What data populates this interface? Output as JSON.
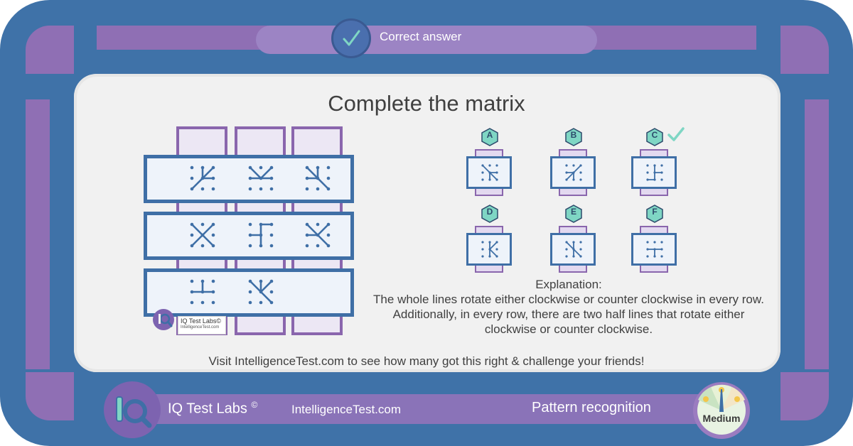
{
  "header": {
    "status_label": "Correct answer",
    "status_icon": "checkmark-icon"
  },
  "puzzle": {
    "title": "Complete the matrix",
    "options": [
      {
        "letter": "A",
        "correct": false
      },
      {
        "letter": "B",
        "correct": false
      },
      {
        "letter": "C",
        "correct": true
      },
      {
        "letter": "D",
        "correct": false
      },
      {
        "letter": "E",
        "correct": false
      },
      {
        "letter": "F",
        "correct": false
      }
    ],
    "explanation_heading": "Explanation:",
    "explanation_text": "The whole lines rotate either clockwise or counter clockwise in every row. Additionally, in every row, there are two half lines that rotate either clockwise or counter clockwise.",
    "watermark_brand": "IQ Test Labs©",
    "watermark_site": "IntelligenceTest.com"
  },
  "visit_text": "Visit IntelligenceTest.com to see how many got this right & challenge your friends!",
  "footer": {
    "brand": "IQ Test Labs",
    "copyright_symbol": "©",
    "site": "IntelligenceTest.com",
    "category": "Pattern recognition",
    "difficulty": "Medium"
  },
  "colors": {
    "frame_blue": "#3f72a8",
    "accent_purple": "#8f6fb4",
    "card_bg": "#f1f1f1",
    "check_teal": "#7fd6c4",
    "dot_blue": "#3f6fa6"
  }
}
